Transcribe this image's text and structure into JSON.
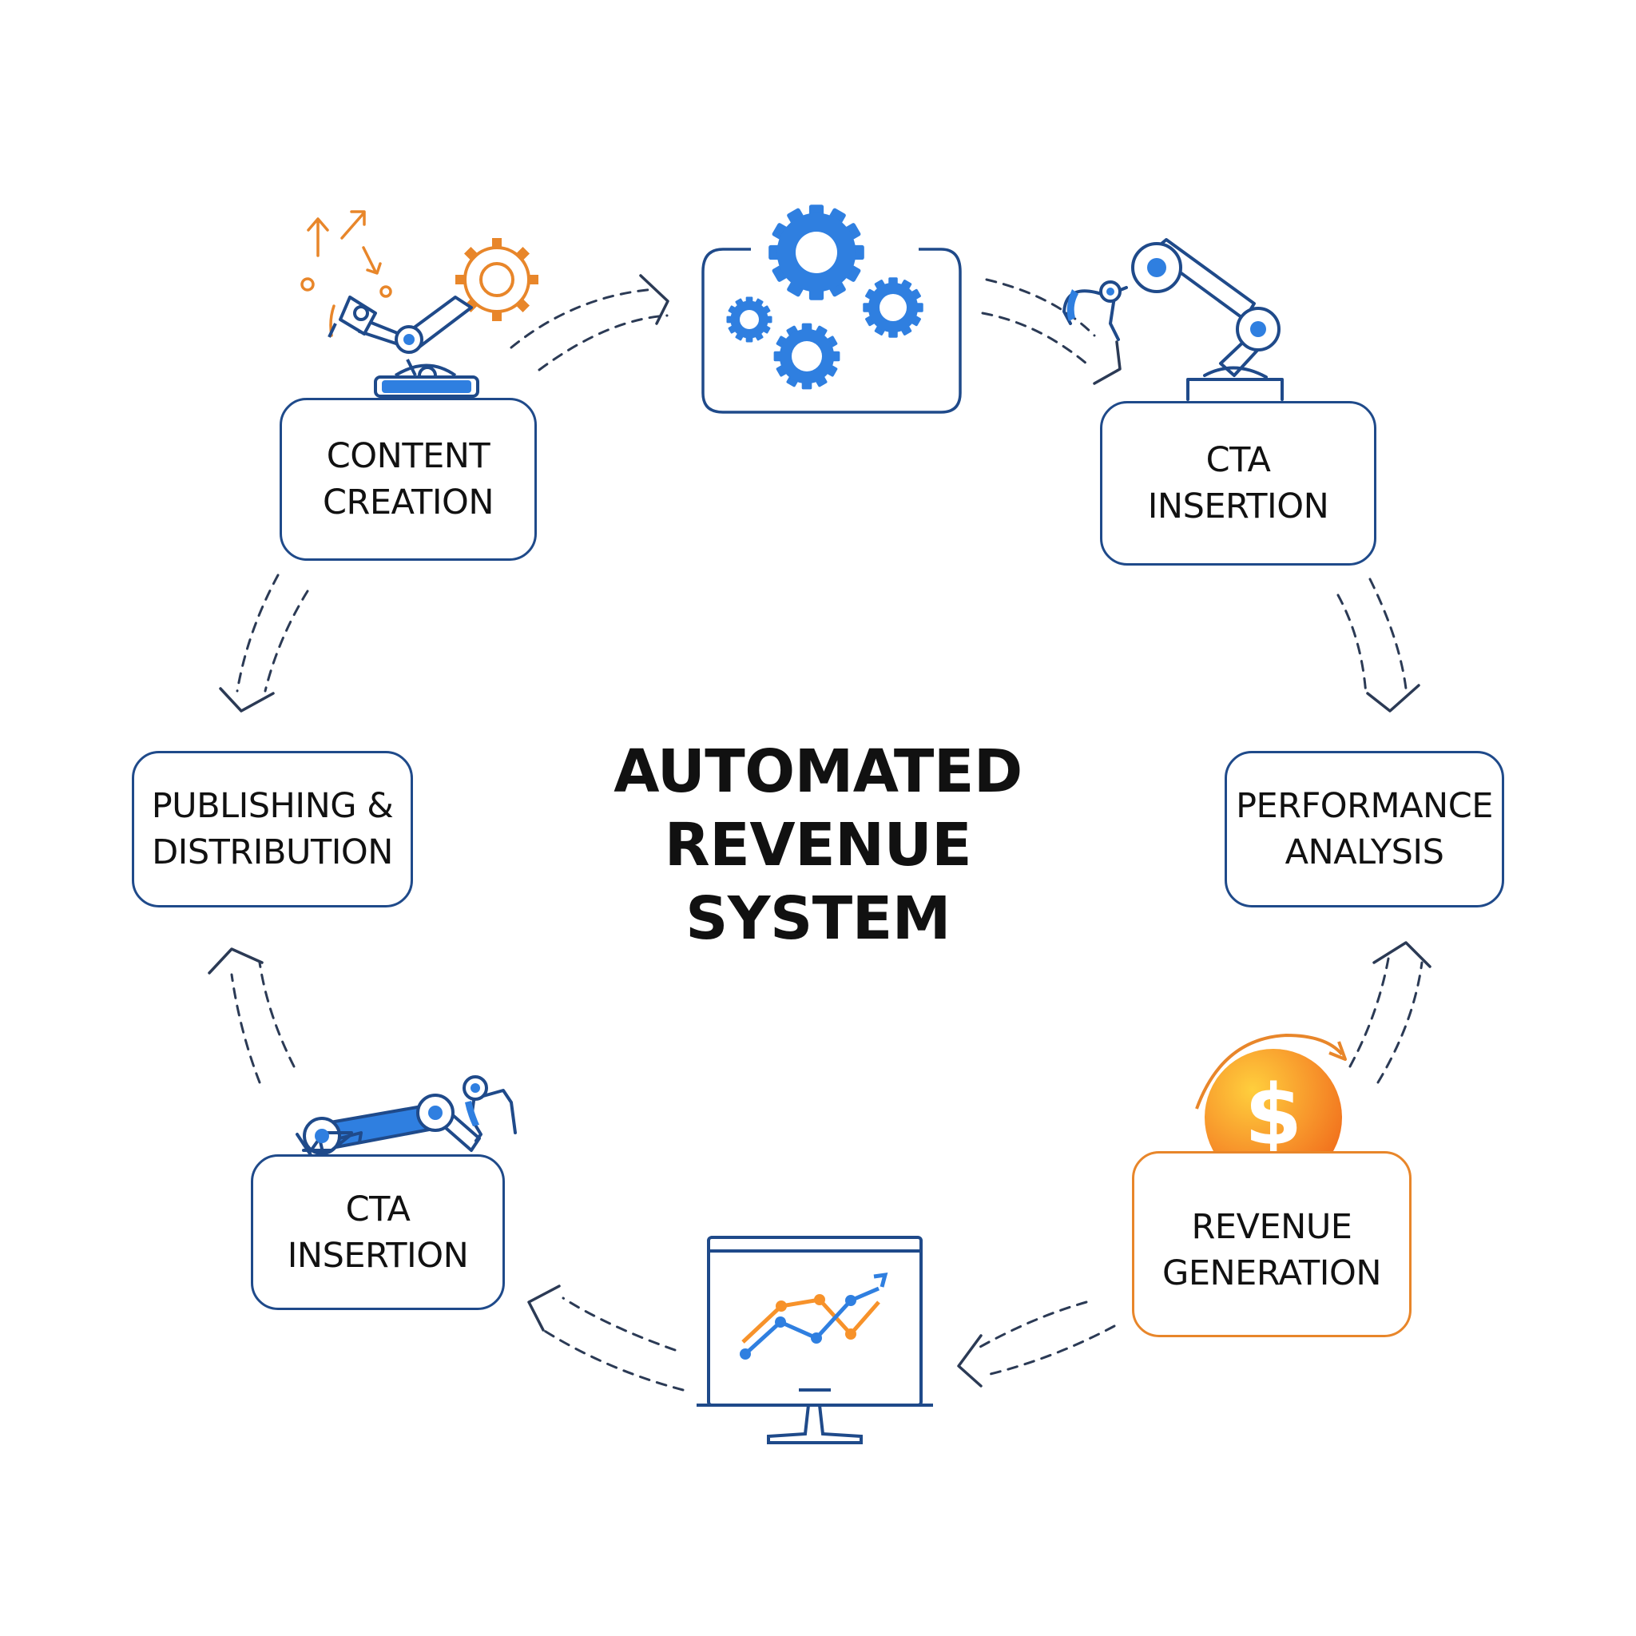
{
  "diagram": {
    "title": "AUTOMATED\nREVENUE\nSYSTEM",
    "colors": {
      "primary": "#1f4a8a",
      "blue": "#2f7fe0",
      "orange": "#e8862a",
      "text": "#111111"
    },
    "stages": [
      {
        "id": "content-creation",
        "label": "CONTENT\nCREATION",
        "icon": "robot-arm-gear-icon"
      },
      {
        "id": "automation",
        "label": "",
        "icon": "gears-icon"
      },
      {
        "id": "cta-insertion-top",
        "label": "CTA\nINSERTION",
        "icon": "robot-arm-icon"
      },
      {
        "id": "performance-analysis",
        "label": "PERFORMANCE\nANALYSIS",
        "icon": ""
      },
      {
        "id": "revenue-generation",
        "label": "REVENUE\nGENERATION",
        "icon": "dollar-coin-icon"
      },
      {
        "id": "analytics-monitor",
        "label": "",
        "icon": "monitor-chart-icon"
      },
      {
        "id": "cta-insertion-bottom",
        "label": "CTA\nINSERTION",
        "icon": "robot-arm-icon"
      },
      {
        "id": "publishing-distribution",
        "label": "PUBLISHING &\nDISTRIBUTION",
        "icon": ""
      }
    ],
    "flow_arrow_icon": "dashed-arrow-icon"
  }
}
